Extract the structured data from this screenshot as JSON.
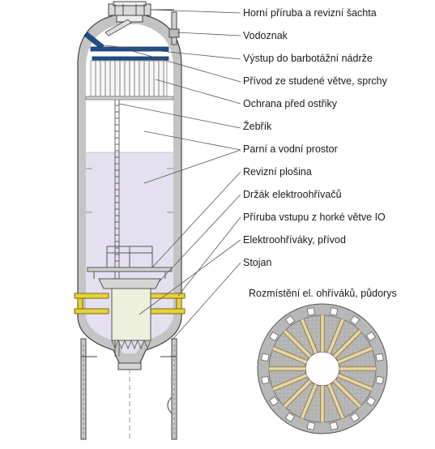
{
  "labels": [
    "Horní příruba a revizní šachta",
    "Vodoznak",
    "Výstup do barbotážní nádrže",
    "Přívod ze studené větve, sprchy",
    "Ochrana před ostřiky",
    "Žebřík",
    "Parní a vodní prostor",
    "Revizní plošina",
    "Držák elektroohřívačů",
    "Příruba vstupu z horké větve IO",
    "Elektroohříváky, přívod",
    "Stojan"
  ],
  "plan_title": "Rozmístění el. ohříváků, půdorys",
  "colors": {
    "vessel_wall": "#c4c4c4",
    "steam_space": "#ffffff",
    "water_space": "#e4e0f0",
    "pipe_blue": "#1f4f8a",
    "flange_yellow": "#e8d23a",
    "heater_fill": "#ecf0dc",
    "outline": "#444444",
    "leader": "#555555"
  }
}
